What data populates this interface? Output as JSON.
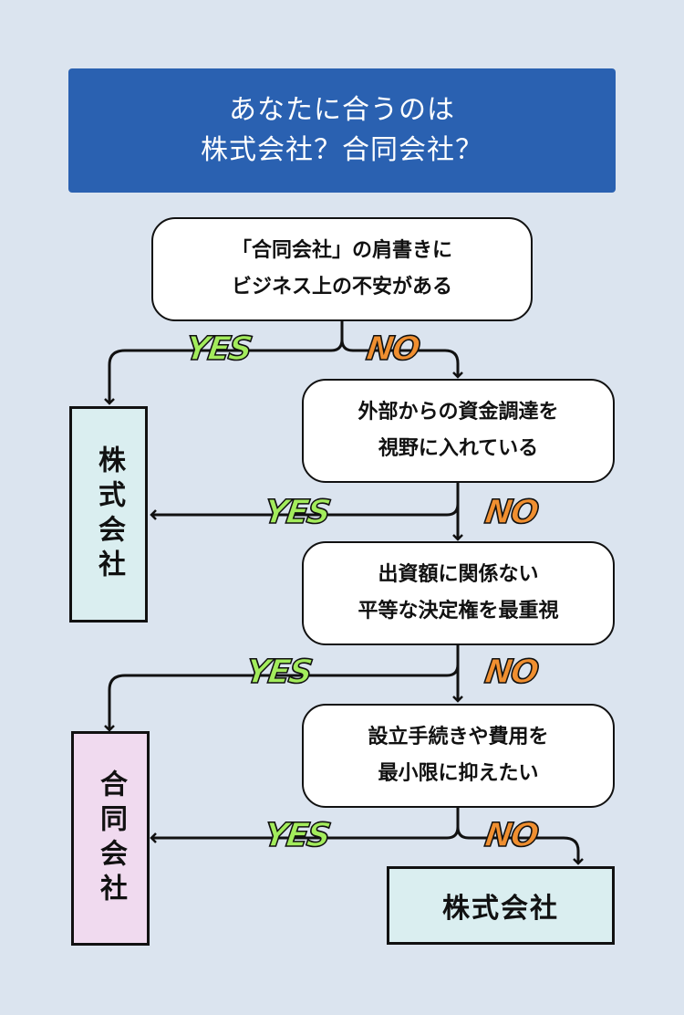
{
  "title": {
    "line1": "あなたに合うのは",
    "line2": "株式会社？合同会社？"
  },
  "questions": [
    {
      "line1": "「合同会社」の肩書きに",
      "line2": "ビジネス上の不安がある"
    },
    {
      "line1": "外部からの資金調達を",
      "line2": "視野に入れている"
    },
    {
      "line1": "出資額に関係ない",
      "line2": "平等な決定権を最重視"
    },
    {
      "line1": "設立手続きや費用を",
      "line2": "最小限に抑えたい"
    }
  ],
  "results": {
    "kabushiki_left": "株式会社",
    "godo_left": "合同会社",
    "kabushiki_bottom": "株式会社"
  },
  "labels": {
    "yes": "YES",
    "no": "NO"
  },
  "colors": {
    "background": "#dbe4ef",
    "title_bg": "#2a61b1",
    "yes": "#a3ec5c",
    "no": "#f08f30",
    "kabushiki_bg": "#daeef0",
    "godo_bg": "#f0daef"
  }
}
